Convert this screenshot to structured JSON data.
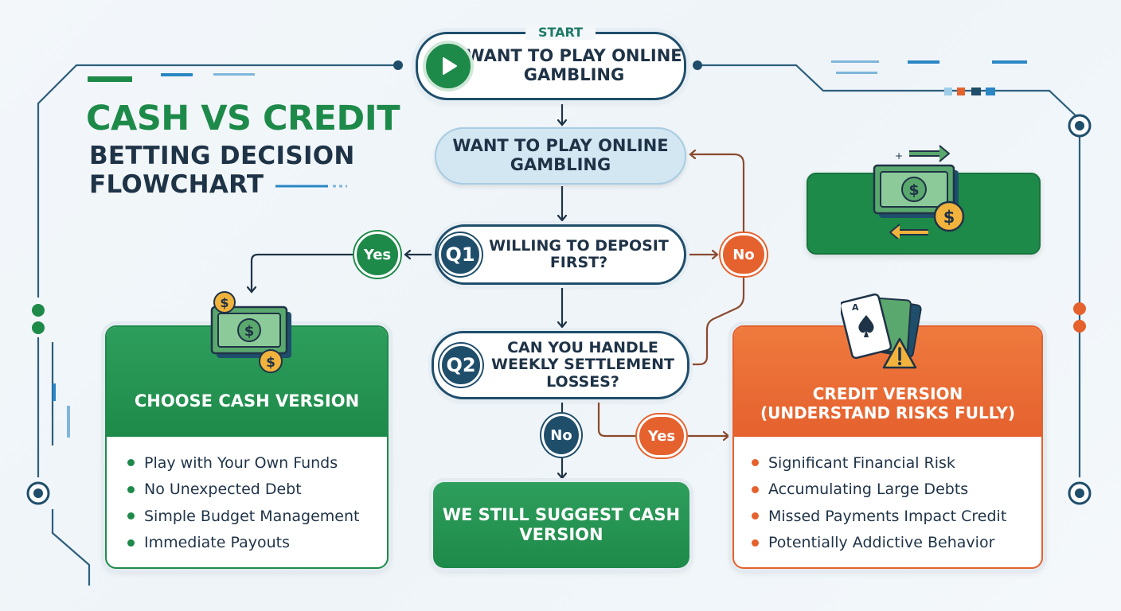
{
  "title": {
    "main": "CASH VS CREDIT",
    "sub_line1": "BETTING DECISION",
    "sub_line2": "FLOWCHART"
  },
  "start": {
    "label": "START",
    "text": "WANT TO PLAY ONLINE GAMBLING"
  },
  "step": {
    "text": "WANT TO PLAY ONLINE GAMBLING"
  },
  "q1": {
    "tag": "Q1",
    "text": "WILLING TO DEPOSIT FIRST?"
  },
  "q2": {
    "tag": "Q2",
    "text": "CAN YOU HANDLE WEEKLY SETTLEMENT LOSSES?"
  },
  "decisions": {
    "q1_yes": "Yes",
    "q1_no": "No",
    "q2_no": "No",
    "q2_yes": "Yes"
  },
  "cash_card": {
    "title": "CHOOSE CASH VERSION",
    "items": [
      "Play with Your Own Funds",
      "No Unexpected Debt",
      "Simple Budget Management",
      "Immediate Payouts"
    ]
  },
  "credit_card": {
    "title_line1": "CREDIT VERSION",
    "title_line2": "(UNDERSTAND RISKS FULLY)",
    "items": [
      "Significant Financial Risk",
      "Accumulating Large Debts",
      "Missed Payments Impact Credit",
      "Potentially Addictive Behavior"
    ]
  },
  "suggest": {
    "text": "WE STILL SUGGEST CASH VERSION"
  },
  "colors": {
    "green": "#1e8a4a",
    "orange": "#e5612e",
    "navy": "#1f4e6b",
    "light_blue": "#d3e7f3",
    "connector_brown": "#8a4a2e"
  },
  "icons": {
    "start": "play-icon",
    "cash_card": "cash-icon",
    "credit_card": "playing-cards-warning-icon",
    "top_right": "money-exchange-icon"
  }
}
